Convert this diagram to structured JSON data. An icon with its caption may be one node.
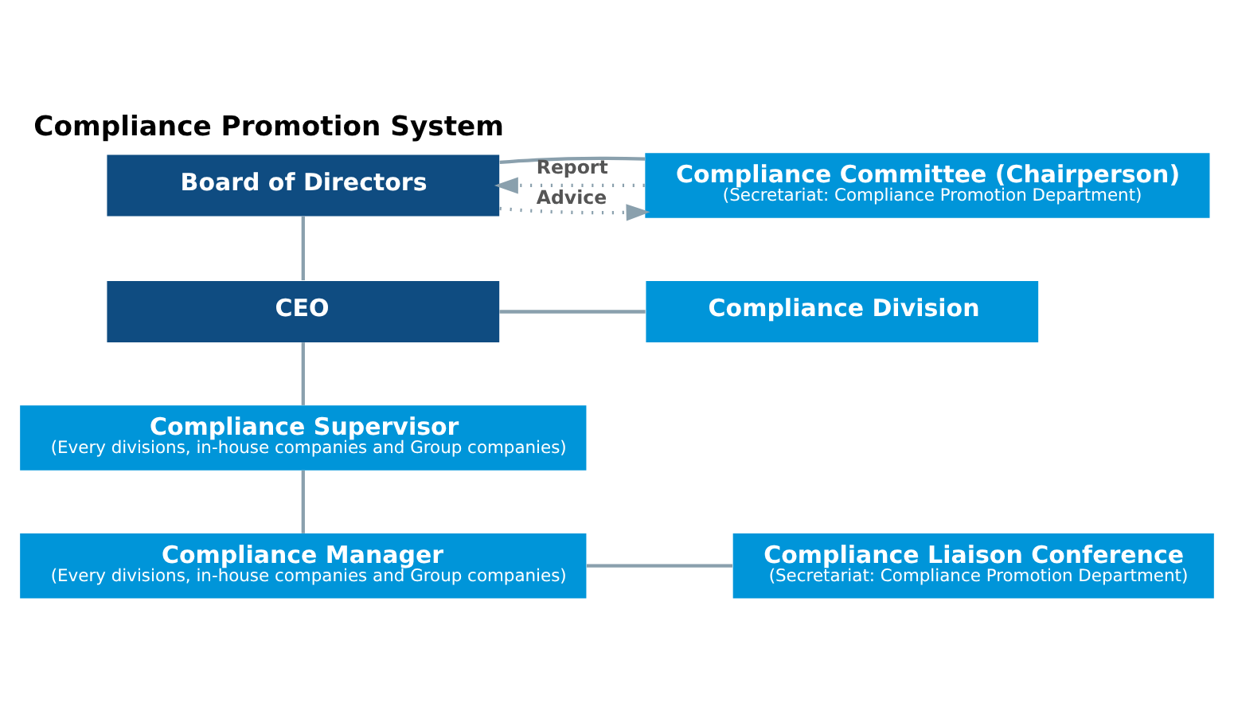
{
  "diagram": {
    "title": "Compliance Promotion System",
    "nodes": [
      {
        "text": [
          "Board of Directors"
        ]
      },
      {
        "text": [
          "Compliance Committee (Chairperson)",
          "(Secretariat: Compliance Promotion Department)"
        ]
      },
      {
        "text": [
          "CEO"
        ]
      },
      {
        "text": [
          "Compliance Division"
        ]
      },
      {
        "text": [
          "Compliance Supervisor",
          "(Every divisions, in-house companies and Group companies)"
        ]
      },
      {
        "text": [
          "Compliance Manager",
          "(Every divisions, in-house companies and Group companies)"
        ]
      },
      {
        "text": [
          "Compliance Liaison Conference",
          "(Secretariat: Compliance Promotion Department)"
        ]
      }
    ],
    "edges": [
      {
        "from": 1,
        "to": 0,
        "arrow": "to",
        "label": "Report",
        "style": "dashed"
      },
      {
        "from": 0,
        "to": 1,
        "arrow": "to",
        "label": "Advice",
        "style": "dashed"
      },
      {
        "from": 0,
        "to": 1,
        "arrow": "none"
      },
      {
        "from": 0,
        "to": 2,
        "arrow": "none"
      },
      {
        "from": 2,
        "to": 3,
        "arrow": "none"
      },
      {
        "from": 2,
        "to": 4,
        "arrow": "none"
      },
      {
        "from": 4,
        "to": 5,
        "arrow": "none"
      },
      {
        "from": 5,
        "to": 6,
        "arrow": "none"
      }
    ]
  }
}
